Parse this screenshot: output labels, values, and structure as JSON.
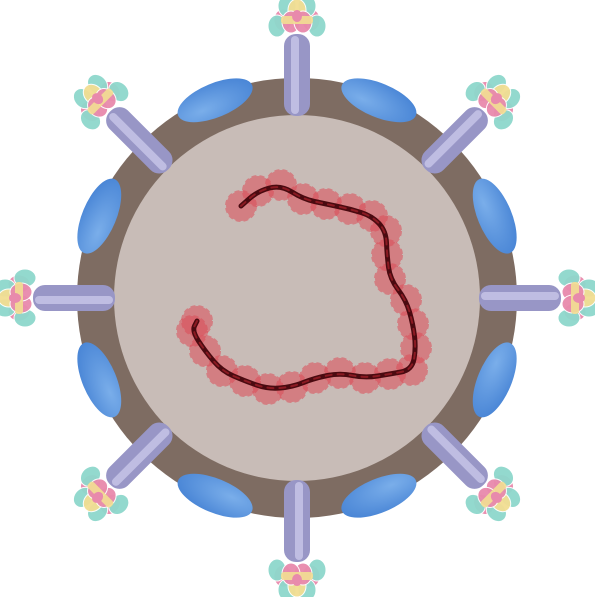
{
  "diagram": {
    "subject": "coronavirus-particle",
    "colors": {
      "background": "#ffffff",
      "envelope": "#7e6c62",
      "interior": "#c8bcb7",
      "membrane_protein": "#4a86d6",
      "membrane_protein_highlight": "#7aaeea",
      "spike_stalk": "#9896c6",
      "spike_stalk_highlight": "#c6c4e6",
      "spike_tail": "#5a5a9a",
      "spike_head_pink": "#e88aac",
      "spike_head_teal": "#8ed8cc",
      "spike_head_yellow": "#f2de92",
      "rna_capsid": "#dc4c58",
      "rna_strand": "#4a0a10"
    },
    "spike_count": 8,
    "membrane_protein_count": 8,
    "labels": []
  }
}
